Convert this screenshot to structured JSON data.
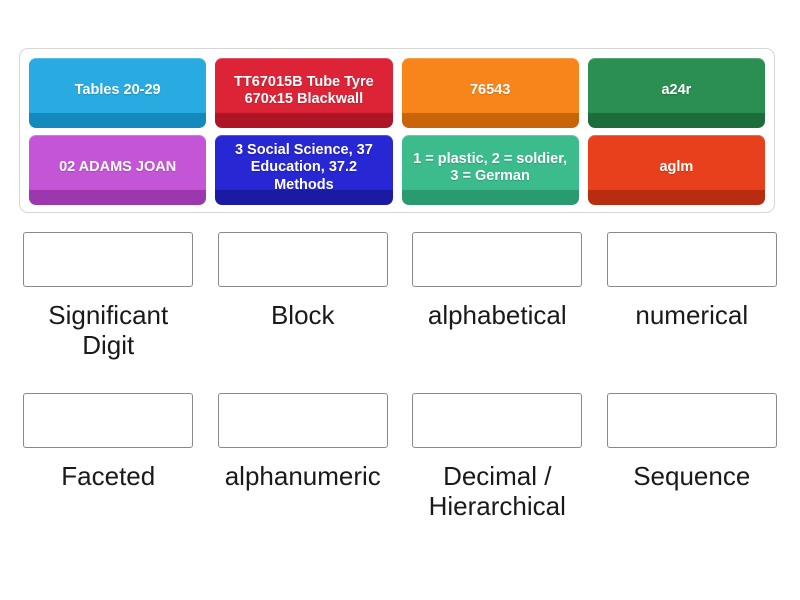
{
  "activity": {
    "type": "drag-and-drop-match-up",
    "tile_bank": {
      "rows": [
        [
          {
            "label": "Tables 20-29",
            "color": "#29ABE2",
            "shadow": "#1489bd"
          },
          {
            "label": "TT67015B Tube Tyre 670x15 Blackwall",
            "color": "#DC2436",
            "shadow": "#ad1526"
          },
          {
            "label": "76543",
            "color": "#F7851B",
            "shadow": "#c96408"
          },
          {
            "label": "a24r",
            "color": "#2A8F51",
            "shadow": "#1d6c3c"
          }
        ],
        [
          {
            "label": "02 ADAMS JOAN",
            "color": "#C455D6",
            "shadow": "#9c38ad"
          },
          {
            "label": "3 Social Science, 37 Education, 37.2 Methods",
            "color": "#2727D3",
            "shadow": "#1a1aa3"
          },
          {
            "label": "1 = plastic, 2 = soldier, 3 = German",
            "color": "#3CBC8D",
            "shadow": "#2a9a70"
          },
          {
            "label": "aglm",
            "color": "#E8401C",
            "shadow": "#b82c0f"
          }
        ]
      ]
    },
    "answer_grid": {
      "rows": [
        [
          {
            "label": "Significant Digit",
            "dropped": ""
          },
          {
            "label": "Block",
            "dropped": ""
          },
          {
            "label": "alphabetical",
            "dropped": ""
          },
          {
            "label": "numerical",
            "dropped": ""
          }
        ],
        [
          {
            "label": "Faceted",
            "dropped": ""
          },
          {
            "label": "alphanumeric",
            "dropped": ""
          },
          {
            "label": "Decimal / Hierarchical",
            "dropped": ""
          },
          {
            "label": "Sequence",
            "dropped": ""
          }
        ]
      ]
    }
  }
}
